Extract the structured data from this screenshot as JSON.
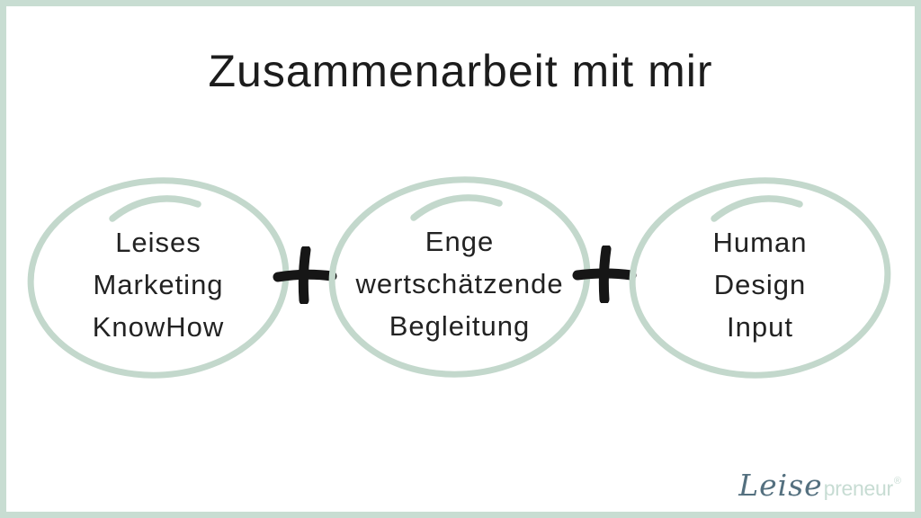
{
  "title": "Zusammenarbeit mit mir",
  "equation": {
    "operator": "+",
    "terms": [
      {
        "lines": [
          "Leises",
          "Marketing",
          "KnowHow"
        ]
      },
      {
        "lines": [
          "Enge",
          "wertschätzende",
          "Begleitung"
        ]
      },
      {
        "lines": [
          "Human",
          "Design",
          "Input"
        ]
      }
    ]
  },
  "logo": {
    "script_part": "Leise",
    "plain_part": "preneur",
    "registered_mark": "®"
  },
  "colors": {
    "background": "#ffffff",
    "frame_border": "#c8ddd2",
    "sketch_green": "#c3d8cc",
    "heading_text": "#1c1c1c",
    "body_text": "#222222",
    "plus_black": "#161616",
    "logo_script": "#54707f",
    "logo_plain": "#c7dcd3"
  }
}
